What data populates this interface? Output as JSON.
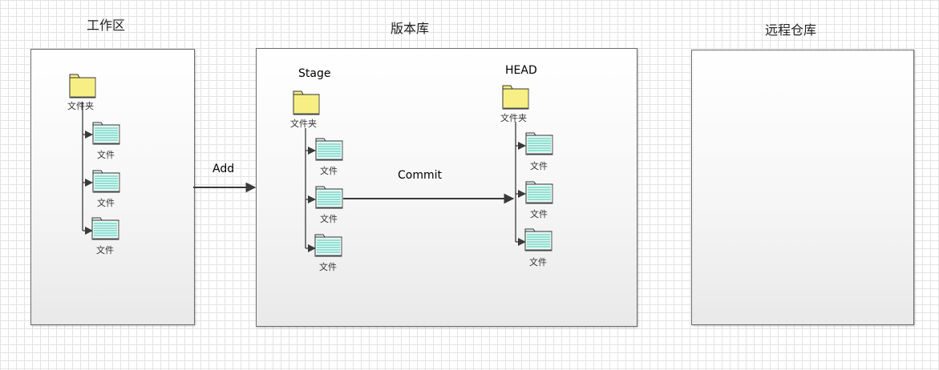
{
  "regions": {
    "working": {
      "title": "工作区"
    },
    "repo": {
      "title": "版本库"
    },
    "remote": {
      "title": "远程仓库"
    }
  },
  "labels": {
    "folder": "文件夹",
    "file": "文件",
    "stage": "Stage",
    "head": "HEAD",
    "add": "Add",
    "commit": "Commit"
  },
  "colors": {
    "folder_fill": "#f7ef84",
    "file_fill": "#e6f8f4",
    "file_lines": "#3dc9b4",
    "connector": "#3a3a3a"
  }
}
